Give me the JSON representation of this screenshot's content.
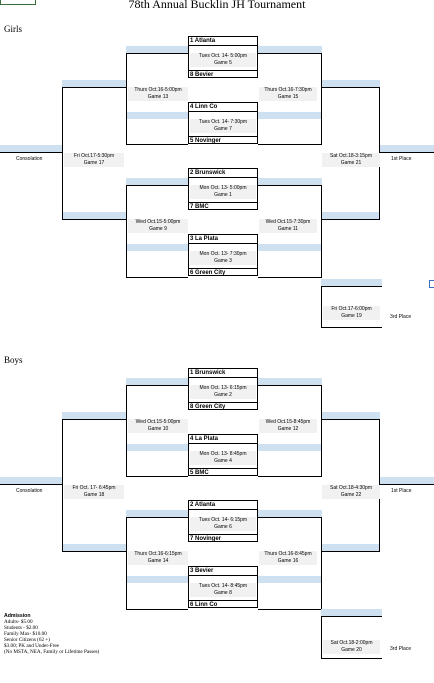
{
  "title": "78th Annual Bucklin JH Tournament",
  "girls": {
    "label": "Girls",
    "teams": [
      "1 Atlanta",
      "8 Bevier",
      "4 Linn Co",
      "5 Novinger",
      "2 Brunswick",
      "7 BMC",
      "3 La Plata",
      "6 Green City"
    ],
    "games": {
      "g5": [
        "Tues Oct. 14- 5:00pm",
        "Game 5"
      ],
      "g7": [
        "Tues Oct. 14- 7:30pm",
        "Game 7"
      ],
      "g1": [
        "Mon Oct. 13- 5:00pm",
        "Game 1"
      ],
      "g3": [
        "Mon Oct. 13- 7:30pm",
        "Game 3"
      ],
      "g13": [
        "Thurs Oct.16-5:00pm",
        "Game 13"
      ],
      "g15": [
        "Thurs Oct.16-7:30pm",
        "Game 15"
      ],
      "g9": [
        "Wed Oct.15-5:00pm",
        "Game 9"
      ],
      "g11": [
        "Wed Oct.15-7:30pm",
        "Game 11"
      ],
      "g17": [
        "Fri Oct.17-5:30pm",
        "Game 17"
      ],
      "g21": [
        "Sat Oct.18-3:15pm",
        "Game 21"
      ],
      "g19": [
        "Fri Oct.17-6:00pm",
        "Game 19"
      ]
    },
    "consolation": "Consolation",
    "first": "1st Place",
    "third": "3rd Place"
  },
  "boys": {
    "label": "Boys",
    "teams": [
      "1 Brunswick",
      "8 Green City",
      "4 La Plata",
      "5 BMC",
      "2 Atlanta",
      "7 Novinger",
      "3 Bevier",
      "6 Linn Co"
    ],
    "games": {
      "g2": [
        "Mon Oct. 13- 6:15pm",
        "Game 2"
      ],
      "g4": [
        "Mon Oct. 13- 8:45pm",
        "Game 4"
      ],
      "g6": [
        "Tues Oct. 14- 6:15pm",
        "Game 6"
      ],
      "g8": [
        "Tues Oct. 14- 8:45pm",
        "Game 8"
      ],
      "g10": [
        "Wed Oct.15-5:00pm",
        "Game 10"
      ],
      "g12": [
        "Wed Oct.15-8:45pm",
        "Game 12"
      ],
      "g14": [
        "Thurs Oct.16-6:15pm",
        "Game 14"
      ],
      "g16": [
        "Thurs Oct.16-8:45pm",
        "Game 16"
      ],
      "g18": [
        "Fri Oct. 17- 6:45pm",
        "Game 18"
      ],
      "g22": [
        "Sat Oct.18-4:30pm",
        "Game 22"
      ],
      "g20": [
        "Sat Oct.18-2:00pm",
        "Game 20"
      ]
    },
    "consolation": "Consolation",
    "first": "1st Place",
    "third": "3rd Place"
  },
  "admission": {
    "heading": "Admission",
    "lines": [
      "Adults- $5.00",
      "Students - $2.00",
      "Family Max- $10.00",
      "Senior Citizens (62 +)",
      "$3.00; PK and Under-Free",
      "(No MSTA, NEA, Family or Lifetime Passes)"
    ]
  }
}
